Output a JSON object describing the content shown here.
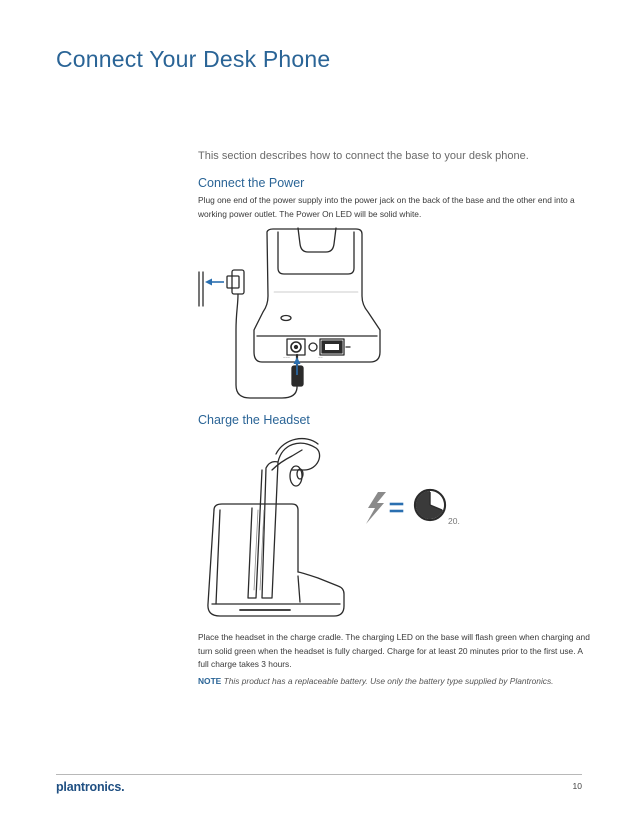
{
  "page": {
    "title": "Connect Your Desk Phone",
    "intro": "This section describes how to connect the base to your desk phone.",
    "number": "10"
  },
  "sections": {
    "power": {
      "heading": "Connect the Power",
      "body": "Plug one end of the power supply into the power jack on the back of the base and the other end into a working power outlet. The Power On LED will be solid white."
    },
    "charge": {
      "heading": "Charge the Headset",
      "body": "Place the headset in the charge cradle. The charging LED on the base will flash green when charging and turn solid green when the headset is fully charged. Charge for at least 20 minutes prior to the first use. A full charge takes 3 hours.",
      "time_label": "20.",
      "equals": "="
    }
  },
  "note": {
    "label": "NOTE",
    "text": "This product has a replaceable battery. Use only the battery type supplied by Plantronics."
  },
  "footer": {
    "brand": "plantronics."
  },
  "icons": {
    "charging": "lightning-bolt-icon",
    "timer": "clock-icon"
  },
  "colors": {
    "heading": "#2a6496",
    "brand": "#1f4f82"
  }
}
